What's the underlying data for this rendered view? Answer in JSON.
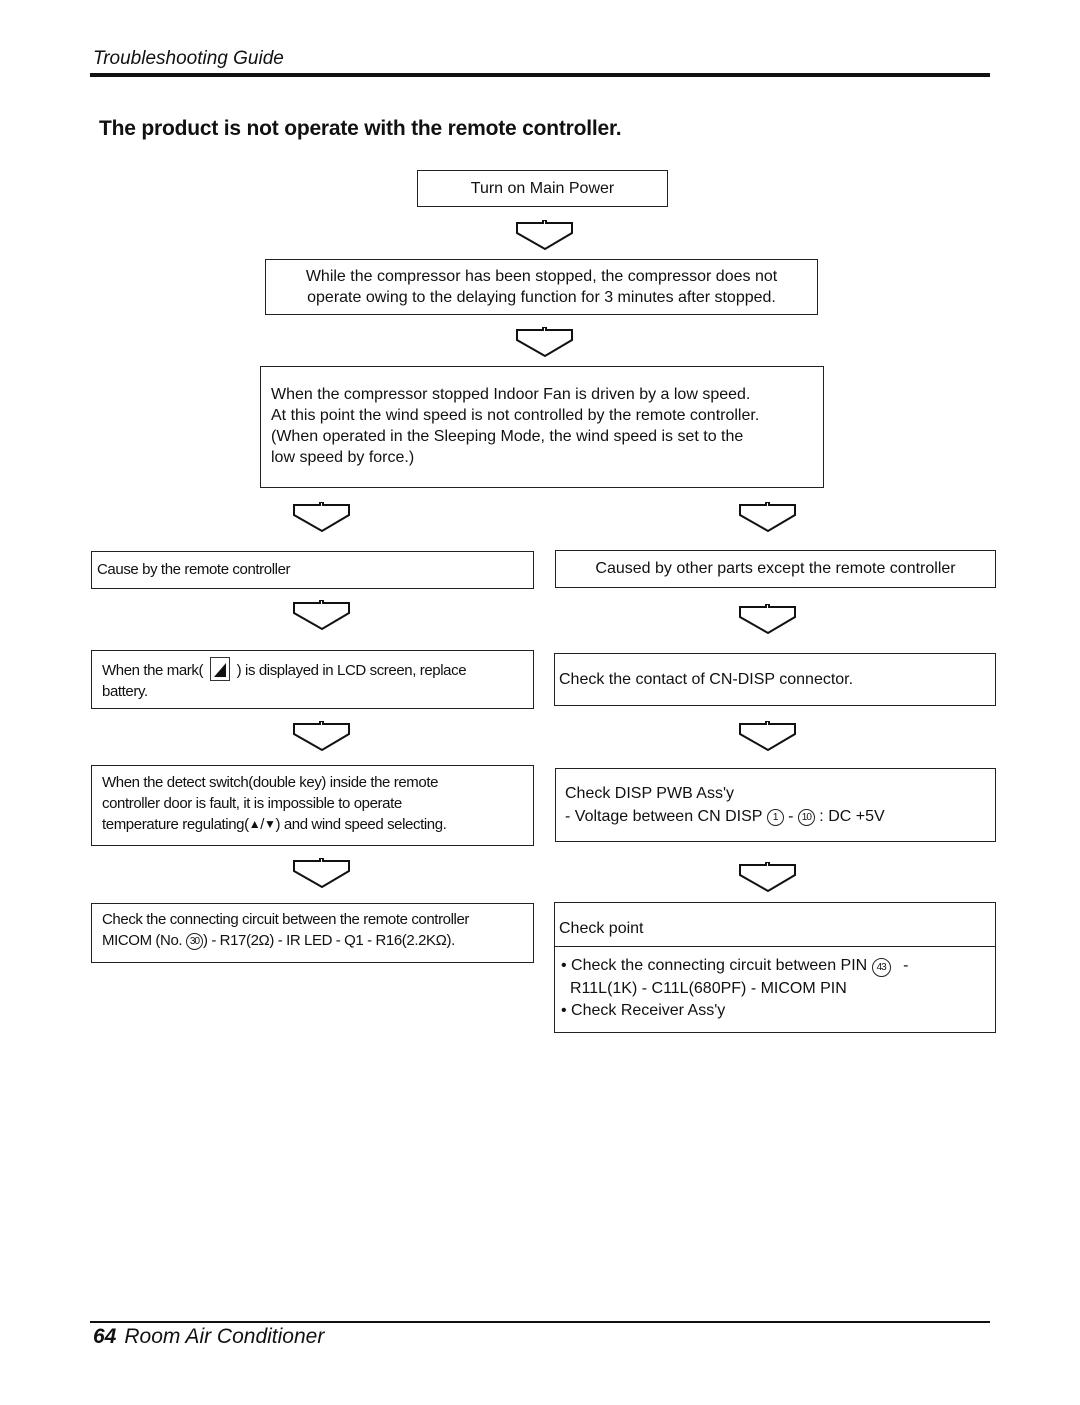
{
  "header": {
    "section_title": "Troubleshooting Guide"
  },
  "page_title": "The product is not operate with the remote controller.",
  "flow": {
    "step1": "Turn on Main Power",
    "step2_line1": "While the compressor has been stopped, the compressor does not",
    "step2_line2": "operate owing to the delaying function for 3 minutes after stopped.",
    "step3_line1": "When the compressor stopped Indoor Fan is driven by a low speed.",
    "step3_line2": "At this point the wind speed is not controlled by the remote controller.",
    "step3_line3": "(When operated in the Sleeping Mode, the wind speed is set to the",
    "step3_line4": "low speed by force.)"
  },
  "left_branch": {
    "cause": "Cause by the remote controller",
    "battery_pre": "When the mark(",
    "battery_post": ") is displayed in LCD screen, replace",
    "battery_line2": "battery.",
    "detect_line1": "When the detect switch(double key) inside the remote",
    "detect_line2": "controller door is fault, it is impossible to operate",
    "detect_line3_pre": "temperature regulating(",
    "detect_line3_sep": "/",
    "detect_line3_post": ") and wind speed selecting.",
    "circuit_line1": "Check the connecting circuit between the remote controller",
    "circuit_line2_pre": "MICOM (No.",
    "circuit_pin": "30",
    "circuit_line2_post": ") - R17(2Ω) - IR LED - Q1 - R16(2.2KΩ)."
  },
  "right_branch": {
    "cause": "Caused by other parts except the remote controller",
    "contact": "Check the contact of CN-DISP connector.",
    "pwb_line1": "Check DISP PWB Ass'y",
    "pwb_line2_pre": "- Voltage between CN DISP",
    "pwb_pin_a": "1",
    "pwb_dash": "-",
    "pwb_pin_b": "10",
    "pwb_line2_post": ": DC +5V",
    "checkpoint_title": "Check point",
    "checkpoint_item1_pre": "• Check the connecting circuit between PIN",
    "checkpoint_pin": "43",
    "checkpoint_item1_post": "-",
    "checkpoint_item1_line2": "R11L(1K) - C11L(680PF) - MICOM PIN",
    "checkpoint_item2": "• Check Receiver Ass'y"
  },
  "footer": {
    "page_number": "64",
    "doc_title": "Room Air Conditioner"
  }
}
